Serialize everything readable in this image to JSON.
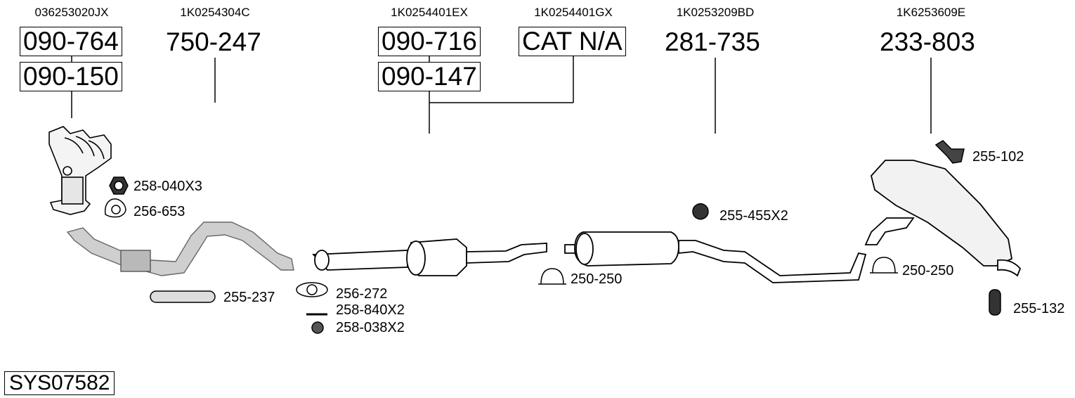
{
  "diagram": {
    "title": "Exhaust system diagram",
    "system_code": "SYS07582",
    "sections": [
      {
        "oem": "036253020JX",
        "parts": [
          "090-764",
          "090-150"
        ],
        "boxed": true
      },
      {
        "oem": "1K0254304C",
        "parts": [
          "750-247"
        ],
        "boxed": false
      },
      {
        "oem": "1K0254401EX",
        "parts": [
          "090-716",
          "090-147"
        ],
        "boxed": true
      },
      {
        "oem": "1K0254401GX",
        "parts": [
          "CAT N/A"
        ],
        "boxed": true
      },
      {
        "oem": "1K0253209BD",
        "parts": [
          "281-735"
        ],
        "boxed": false
      },
      {
        "oem": "1K6253609E",
        "parts": [
          "233-803"
        ],
        "boxed": false
      }
    ],
    "accessories": [
      {
        "code": "258-040X3",
        "icon": "hex-nut-icon"
      },
      {
        "code": "256-653",
        "icon": "triangular-gasket-icon"
      },
      {
        "code": "255-237",
        "icon": "rubber-mount-icon"
      },
      {
        "code": "256-272",
        "icon": "oval-gasket-icon"
      },
      {
        "code": "258-840X2",
        "icon": "bolt-icon"
      },
      {
        "code": "258-038X2",
        "icon": "flange-nut-icon"
      },
      {
        "code": "250-250",
        "icon": "clamp-icon"
      },
      {
        "code": "255-455X2",
        "icon": "rubber-hanger-icon"
      },
      {
        "code": "250-250",
        "icon": "clamp-icon"
      },
      {
        "code": "255-102",
        "icon": "bracket-icon"
      },
      {
        "code": "255-132",
        "icon": "rubber-hanger-icon"
      }
    ]
  }
}
